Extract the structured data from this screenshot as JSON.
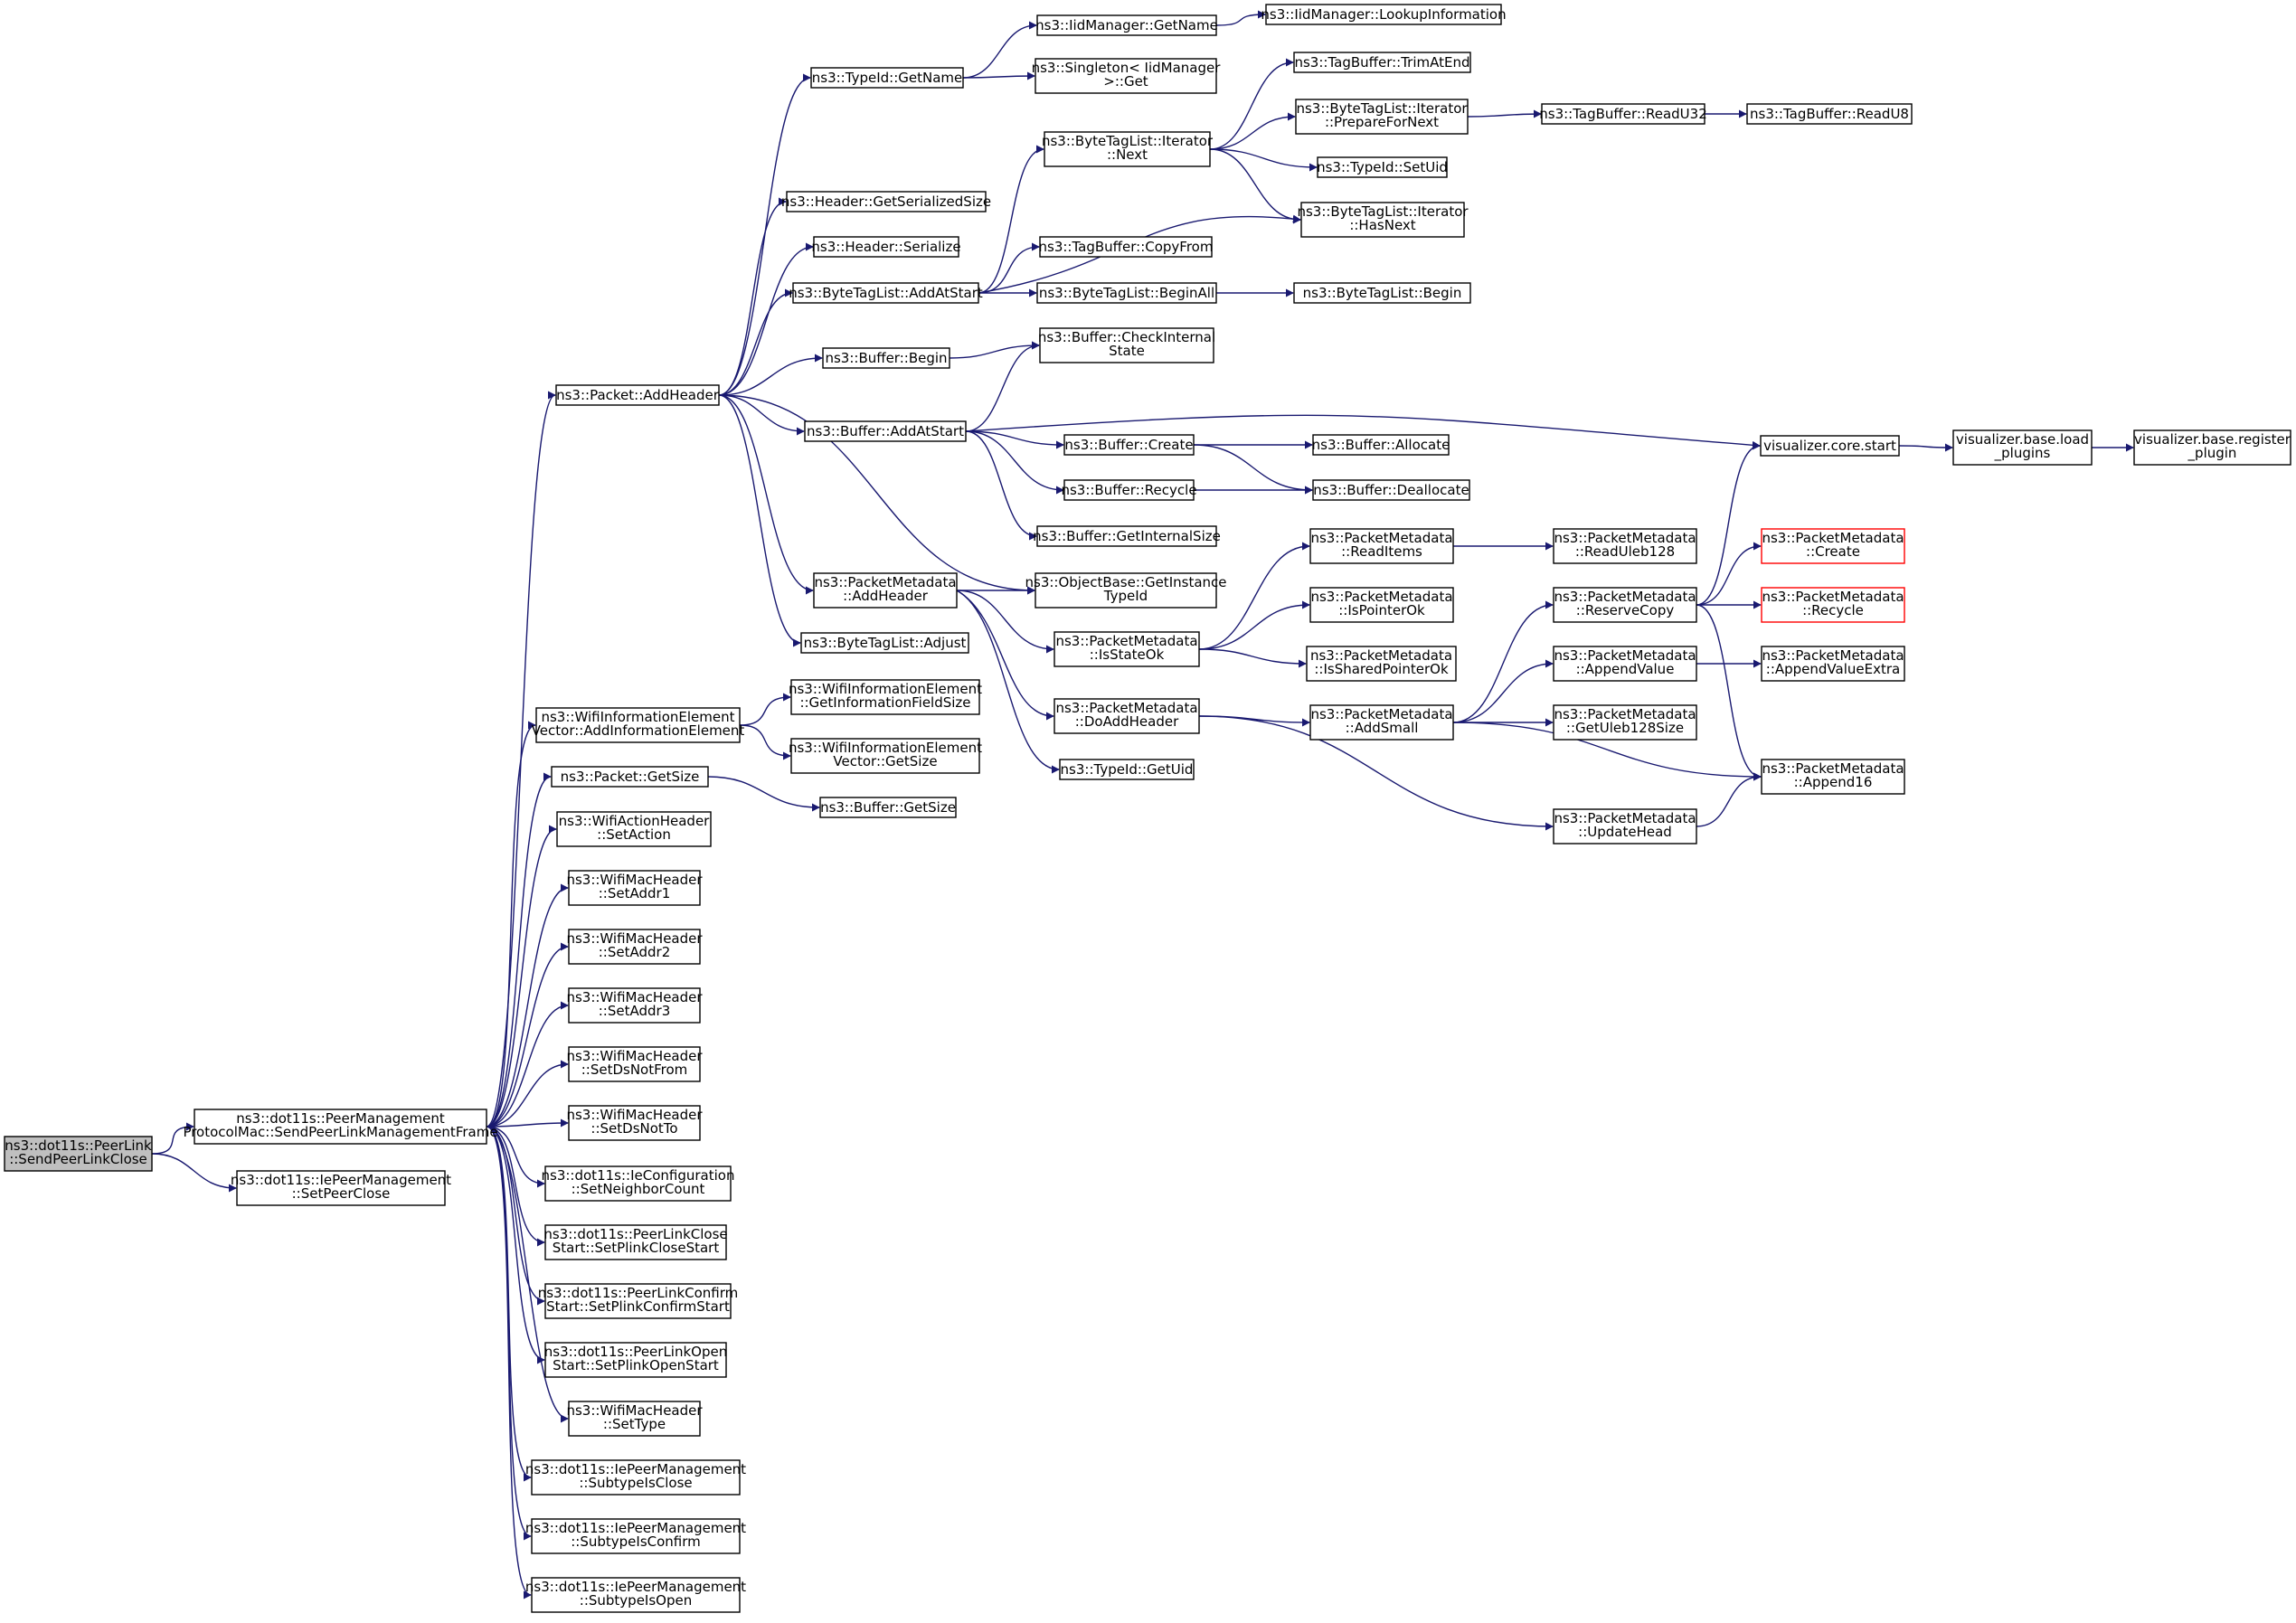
{
  "graph": {
    "colors": {
      "edge": "#191970",
      "node_border": "#000000",
      "root_fill": "#bfbfbf",
      "external_border": "#ff0000"
    },
    "nodes": {
      "root": {
        "lines": [
          "ns3::dot11s::PeerLink",
          "::SendPeerLinkClose"
        ]
      },
      "sendmgmt": {
        "lines": [
          "ns3::dot11s::PeerManagement",
          "ProtocolMac::SendPeerLinkManagementFrame"
        ]
      },
      "setpeerclose": {
        "lines": [
          "ns3::dot11s::IePeerManagement",
          "::SetPeerClose"
        ]
      },
      "addheader": {
        "lines": [
          "ns3::Packet::AddHeader"
        ]
      },
      "wifiaddie": {
        "lines": [
          "ns3::WifiInformationElement",
          "Vector::AddInformationElement"
        ]
      },
      "pktgetsize": {
        "lines": [
          "ns3::Packet::GetSize"
        ]
      },
      "setaction": {
        "lines": [
          "ns3::WifiActionHeader",
          "::SetAction"
        ]
      },
      "setaddr1": {
        "lines": [
          "ns3::WifiMacHeader",
          "::SetAddr1"
        ]
      },
      "setaddr2": {
        "lines": [
          "ns3::WifiMacHeader",
          "::SetAddr2"
        ]
      },
      "setaddr3": {
        "lines": [
          "ns3::WifiMacHeader",
          "::SetAddr3"
        ]
      },
      "setdsnotfrom": {
        "lines": [
          "ns3::WifiMacHeader",
          "::SetDsNotFrom"
        ]
      },
      "setdsnotto": {
        "lines": [
          "ns3::WifiMacHeader",
          "::SetDsNotTo"
        ]
      },
      "setneighbor": {
        "lines": [
          "ns3::dot11s::IeConfiguration",
          "::SetNeighborCount"
        ]
      },
      "plclose": {
        "lines": [
          "ns3::dot11s::PeerLinkClose",
          "Start::SetPlinkCloseStart"
        ]
      },
      "plconfirm": {
        "lines": [
          "ns3::dot11s::PeerLinkConfirm",
          "Start::SetPlinkConfirmStart"
        ]
      },
      "plopen": {
        "lines": [
          "ns3::dot11s::PeerLinkOpen",
          "Start::SetPlinkOpenStart"
        ]
      },
      "settype": {
        "lines": [
          "ns3::WifiMacHeader",
          "::SetType"
        ]
      },
      "isclose": {
        "lines": [
          "ns3::dot11s::IePeerManagement",
          "::SubtypeIsClose"
        ]
      },
      "isconfirm": {
        "lines": [
          "ns3::dot11s::IePeerManagement",
          "::SubtypeIsConfirm"
        ]
      },
      "isopen": {
        "lines": [
          "ns3::dot11s::IePeerManagement",
          "::SubtypeIsOpen"
        ]
      },
      "typeidgetname": {
        "lines": [
          "ns3::TypeId::GetName"
        ]
      },
      "hdrgetser": {
        "lines": [
          "ns3::Header::GetSerializedSize"
        ]
      },
      "hdrser": {
        "lines": [
          "ns3::Header::Serialize"
        ]
      },
      "btladdatstart": {
        "lines": [
          "ns3::ByteTagList::AddAtStart"
        ]
      },
      "bufbegin": {
        "lines": [
          "ns3::Buffer::Begin"
        ]
      },
      "bufaddatstart": {
        "lines": [
          "ns3::Buffer::AddAtStart"
        ]
      },
      "pmaddheader": {
        "lines": [
          "ns3::PacketMetadata",
          "::AddHeader"
        ]
      },
      "btladjust": {
        "lines": [
          "ns3::ByteTagList::Adjust"
        ]
      },
      "wifigetinfosize": {
        "lines": [
          "ns3::WifiInformationElement",
          "::GetInformationFieldSize"
        ]
      },
      "wifivecgetsize": {
        "lines": [
          "ns3::WifiInformationElement",
          "Vector::GetSize"
        ]
      },
      "bufgetsize": {
        "lines": [
          "ns3::Buffer::GetSize"
        ]
      },
      "iidgetname": {
        "lines": [
          "ns3::IidManager::GetName"
        ]
      },
      "singleton": {
        "lines": [
          "ns3::Singleton< IidManager",
          ">::Get"
        ]
      },
      "btlitnext": {
        "lines": [
          "ns3::ByteTagList::Iterator",
          "::Next"
        ]
      },
      "tagcopyfrom": {
        "lines": [
          "ns3::TagBuffer::CopyFrom"
        ]
      },
      "btlbeginall": {
        "lines": [
          "ns3::ByteTagList::BeginAll"
        ]
      },
      "bufcheck": {
        "lines": [
          "ns3::Buffer::CheckInternal",
          "State"
        ]
      },
      "bufcreate": {
        "lines": [
          "ns3::Buffer::Create"
        ]
      },
      "bufrecycle": {
        "lines": [
          "ns3::Buffer::Recycle"
        ]
      },
      "bufgetinternal": {
        "lines": [
          "ns3::Buffer::GetInternalSize"
        ]
      },
      "objgettid": {
        "lines": [
          "ns3::ObjectBase::GetInstance",
          "TypeId"
        ]
      },
      "pmisstateok": {
        "lines": [
          "ns3::PacketMetadata",
          "::IsStateOk"
        ]
      },
      "pmdoadd": {
        "lines": [
          "ns3::PacketMetadata",
          "::DoAddHeader"
        ]
      },
      "typeidgetuid": {
        "lines": [
          "ns3::TypeId::GetUid"
        ]
      },
      "iidlookup": {
        "lines": [
          "ns3::IidManager::LookupInformation"
        ]
      },
      "tagtrim": {
        "lines": [
          "ns3::TagBuffer::TrimAtEnd"
        ]
      },
      "btlprep": {
        "lines": [
          "ns3::ByteTagList::Iterator",
          "::PrepareForNext"
        ]
      },
      "typeidsetuid": {
        "lines": [
          "ns3::TypeId::SetUid"
        ]
      },
      "btlhasnext": {
        "lines": [
          "ns3::ByteTagList::Iterator",
          "::HasNext"
        ]
      },
      "btlbegin": {
        "lines": [
          "ns3::ByteTagList::Begin"
        ]
      },
      "bufallocate": {
        "lines": [
          "ns3::Buffer::Allocate"
        ]
      },
      "bufdealloc": {
        "lines": [
          "ns3::Buffer::Deallocate"
        ]
      },
      "pmreaditems": {
        "lines": [
          "ns3::PacketMetadata",
          "::ReadItems"
        ]
      },
      "pmisptrok": {
        "lines": [
          "ns3::PacketMetadata",
          "::IsPointerOk"
        ]
      },
      "pmissharedok": {
        "lines": [
          "ns3::PacketMetadata",
          "::IsSharedPointerOk"
        ]
      },
      "pmaddsmall": {
        "lines": [
          "ns3::PacketMetadata",
          "::AddSmall"
        ]
      },
      "tagreadu32": {
        "lines": [
          "ns3::TagBuffer::ReadU32"
        ]
      },
      "tagreadu8": {
        "lines": [
          "ns3::TagBuffer::ReadU8"
        ]
      },
      "vizcorestart": {
        "lines": [
          "visualizer.core.start"
        ]
      },
      "vizload": {
        "lines": [
          "visualizer.base.load",
          "_plugins"
        ]
      },
      "vizregister": {
        "lines": [
          "visualizer.base.register",
          "_plugin"
        ]
      },
      "pmreaduleb": {
        "lines": [
          "ns3::PacketMetadata",
          "::ReadUleb128"
        ]
      },
      "pmreserve": {
        "lines": [
          "ns3::PacketMetadata",
          "::ReserveCopy"
        ]
      },
      "pmappendval": {
        "lines": [
          "ns3::PacketMetadata",
          "::AppendValue"
        ]
      },
      "pmgetuleb": {
        "lines": [
          "ns3::PacketMetadata",
          "::GetUleb128Size"
        ]
      },
      "pmupdatehead": {
        "lines": [
          "ns3::PacketMetadata",
          "::UpdateHead"
        ]
      },
      "pmcreate": {
        "lines": [
          "ns3::PacketMetadata",
          "::Create"
        ]
      },
      "pmrecycle": {
        "lines": [
          "ns3::PacketMetadata",
          "::Recycle"
        ]
      },
      "pmappendextra": {
        "lines": [
          "ns3::PacketMetadata",
          "::AppendValueExtra"
        ]
      },
      "pmappend16": {
        "lines": [
          "ns3::PacketMetadata",
          "::Append16"
        ]
      }
    }
  }
}
